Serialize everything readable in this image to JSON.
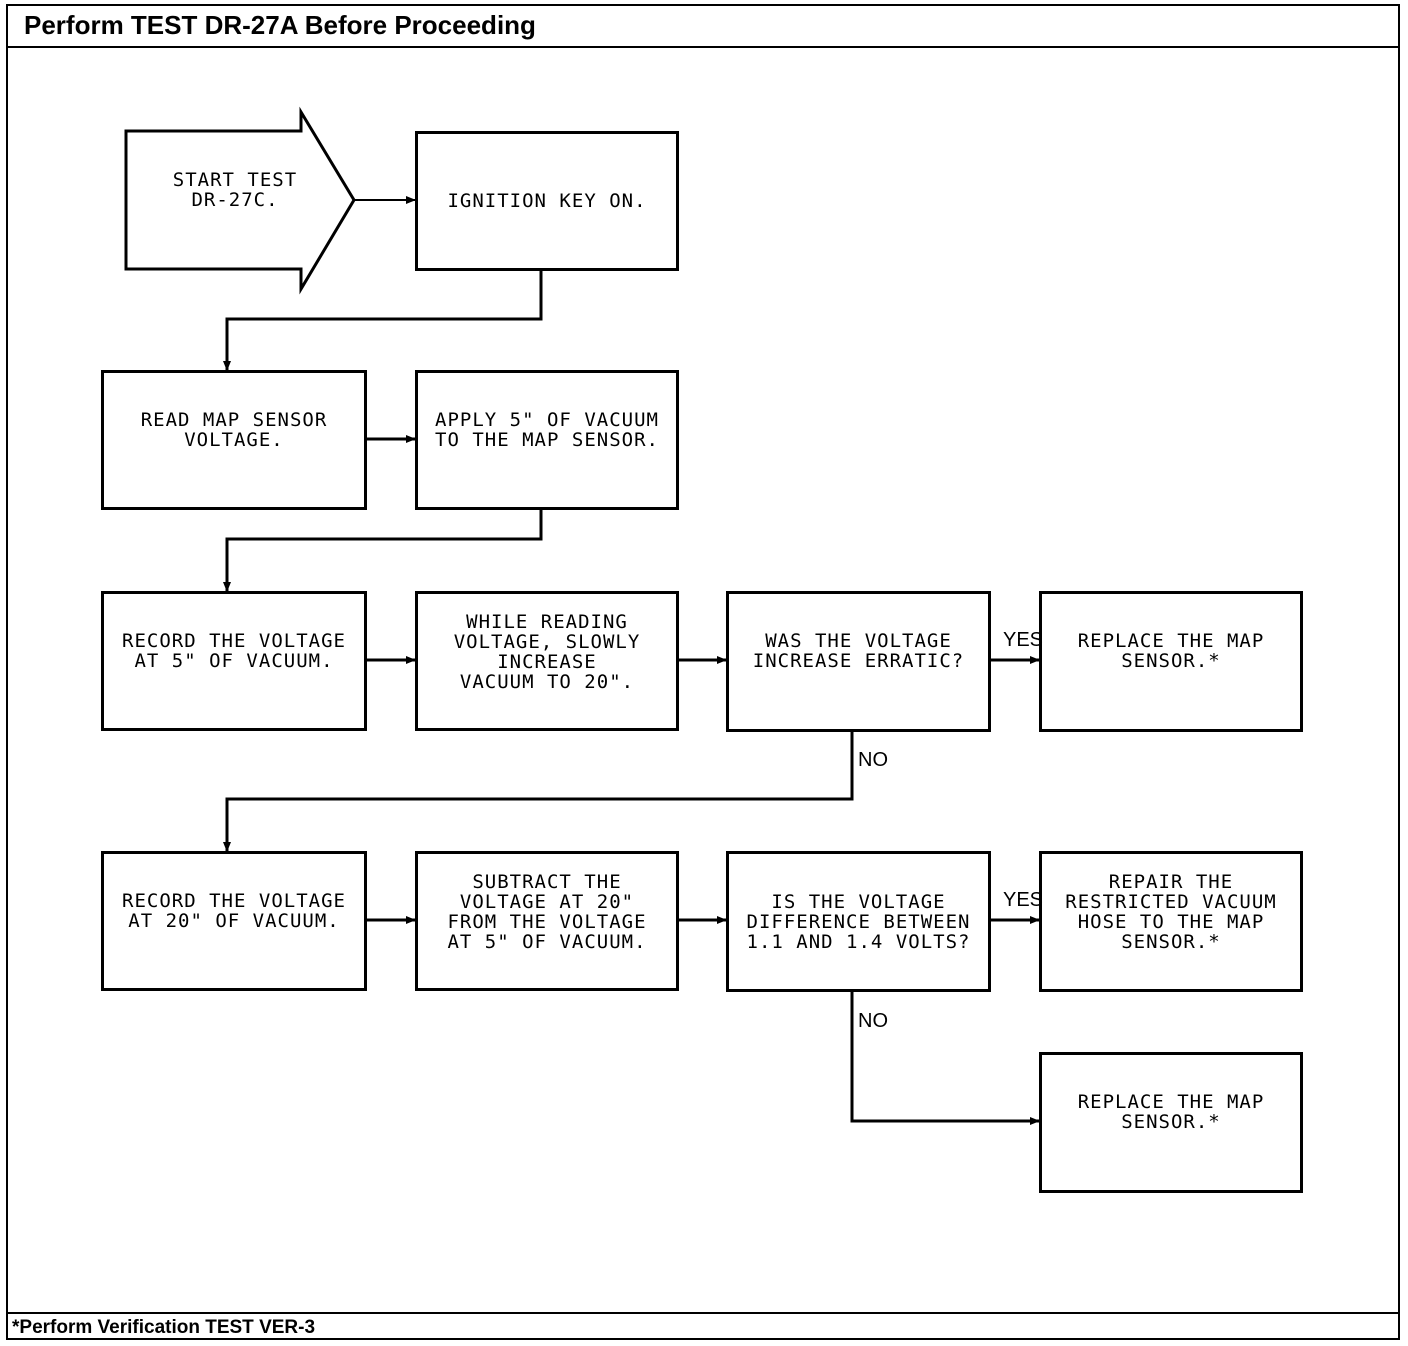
{
  "header": {
    "title": "Perform TEST DR-27A Before Proceeding"
  },
  "footer": {
    "note": "*Perform Verification TEST VER-3"
  },
  "flow": {
    "start": "START TEST\nDR-27C.",
    "ignition": "IGNITION KEY ON.",
    "read_map": "READ MAP SENSOR\nVOLTAGE.",
    "apply_vacuum": "APPLY 5\" OF VACUUM\nTO THE MAP SENSOR.",
    "record_5": "RECORD THE VOLTAGE\nAT 5\" OF VACUUM.",
    "increase_vacuum": "WHILE READING\nVOLTAGE, SLOWLY\nINCREASE\nVACUUM TO 20\".",
    "erratic_question": "WAS THE VOLTAGE\nINCREASE ERRATIC?",
    "replace_map_1": "REPLACE THE MAP\nSENSOR.*",
    "record_20": "RECORD THE VOLTAGE\nAT 20\" OF VACUUM.",
    "subtract": "SUBTRACT THE\nVOLTAGE AT 20\"\nFROM THE VOLTAGE\nAT 5\" OF VACUUM.",
    "difference_question": "IS THE VOLTAGE\nDIFFERENCE BETWEEN\n1.1 AND 1.4 VOLTS?",
    "repair_hose": "REPAIR THE\nRESTRICTED VACUUM\nHOSE TO THE MAP\nSENSOR.*",
    "replace_map_2": "REPLACE THE MAP\nSENSOR.*",
    "yes_label_1": "YES",
    "no_label_1": "NO",
    "yes_label_2": "YES",
    "no_label_2": "NO"
  }
}
